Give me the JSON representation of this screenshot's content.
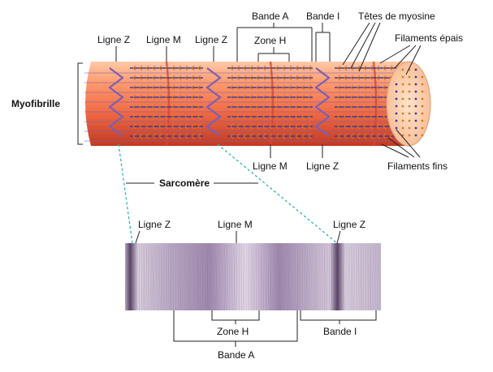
{
  "labels": {
    "bande_a_top": "Bande A",
    "bande_i_top": "Bande I",
    "tetes_myosine": "Têtes de myosine",
    "filaments_epais": "Filaments épais",
    "ligne_z_1": "Ligne Z",
    "ligne_m_top": "Ligne M",
    "ligne_z_2": "Ligne Z",
    "zone_h_top": "Zone H",
    "myofibrille": "Myofibrille",
    "ligne_m_mid": "Ligne M",
    "ligne_z_mid": "Ligne Z",
    "filaments_fins": "Filaments fins",
    "sarcomere": "Sarcomère",
    "micro_ligne_z_left": "Ligne Z",
    "micro_ligne_m": "Ligne M",
    "micro_ligne_z_right": "Ligne Z",
    "zone_h_bottom": "Zone H",
    "bande_i_bottom": "Bande I",
    "bande_a_bottom": "Bande A"
  },
  "colors": {
    "fiber_light": "#ffb38a",
    "fiber_mid": "#f2704a",
    "fiber_dark": "#d8452c",
    "thick_filament": "#3a3aa0",
    "myosin_head": "#e07a1a",
    "thin_filament": "#7a5fb5",
    "micrograph_bg": "#cfc3d6",
    "micrograph_dark": "#5a4266",
    "leader_dash": "#2ab0b0"
  }
}
